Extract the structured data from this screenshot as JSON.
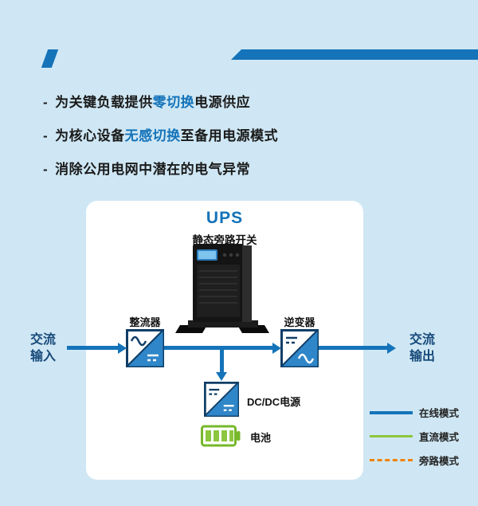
{
  "page": {
    "bg": "#cfe7f4",
    "accent": "#1473b9"
  },
  "bullets": [
    {
      "dash": "-",
      "pre": "为关键负载提供",
      "highlight": "零切换",
      "post": "电源供应"
    },
    {
      "dash": "-",
      "pre": "为核心设备",
      "highlight": "无感切换",
      "post": "至备用电源模式"
    },
    {
      "dash": "-",
      "pre": "消除公用电网中潜在的电气异常",
      "highlight": "",
      "post": ""
    }
  ],
  "diagram": {
    "title": "UPS",
    "subtitle": "静态旁路开关",
    "rectifier_label": "整流器",
    "inverter_label": "逆变器",
    "dcdc_label": "DC/DC电源",
    "battery_label": "电池",
    "input_label": "交流\n输入",
    "output_label": "交流\n输出"
  },
  "legend": [
    {
      "label": "在线模式",
      "color": "#1473b9",
      "style": "solid"
    },
    {
      "label": "直流模式",
      "color": "#8dc63f",
      "style": "solid"
    },
    {
      "label": "旁路模式",
      "color": "#f0830a",
      "style": "dashed"
    }
  ],
  "icons": {
    "slash-decoration-icon": "blue skewed stroke",
    "header-bar-decoration": "blue slanted bar",
    "ups-device-image": "black tower UPS with blue LCD",
    "rectifier-icon": "diagonal box AC-wave / DC-lines",
    "inverter-icon": "diagonal box DC-lines / AC-wave",
    "dcdc-converter-icon": "diagonal box DC-lines / DC-lines",
    "battery-icon": "green battery with charge bars",
    "flow-arrow": "thick blue arrow"
  }
}
